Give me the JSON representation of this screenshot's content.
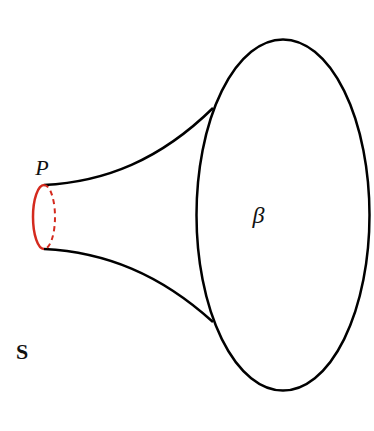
{
  "diagram": {
    "nodes": [
      {
        "text": [
          "β"
        ]
      }
    ],
    "labels": [
      "P",
      "S"
    ]
  }
}
